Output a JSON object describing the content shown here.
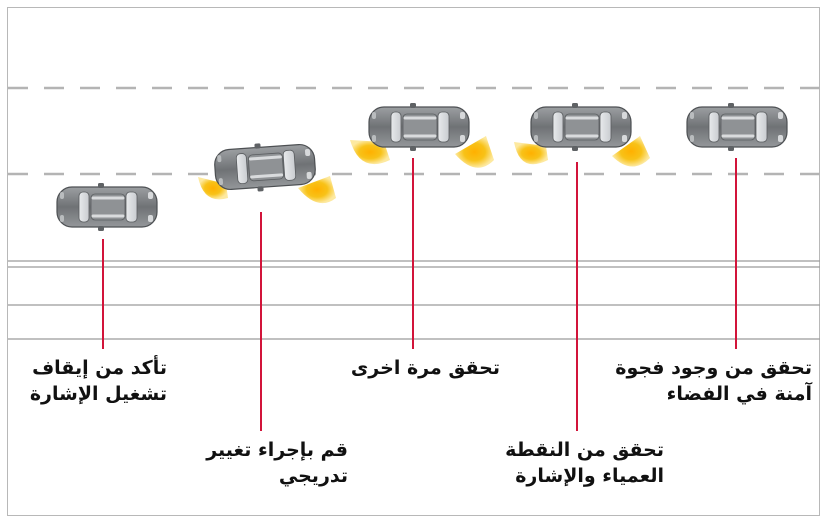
{
  "steps": [
    {
      "line1": "تحقق من وجود فجوة",
      "line2": "آمنة في الفضاء"
    },
    {
      "line1": "تحقق من النقطة",
      "line2": "العمياء والإشارة"
    },
    {
      "line1": "تحقق مرة اخرى",
      "line2": ""
    },
    {
      "line1": "قم بإجراء تغيير",
      "line2": "تدريجي"
    },
    {
      "line1": "تأكد من إيقاف",
      "line2": "تشغيل الإشارة"
    }
  ],
  "colors": {
    "callout_line": "#d2143a",
    "signal_glow": "#f5b400",
    "lane_dash": "#b4b4b4",
    "car_body": "#8a8d90"
  }
}
